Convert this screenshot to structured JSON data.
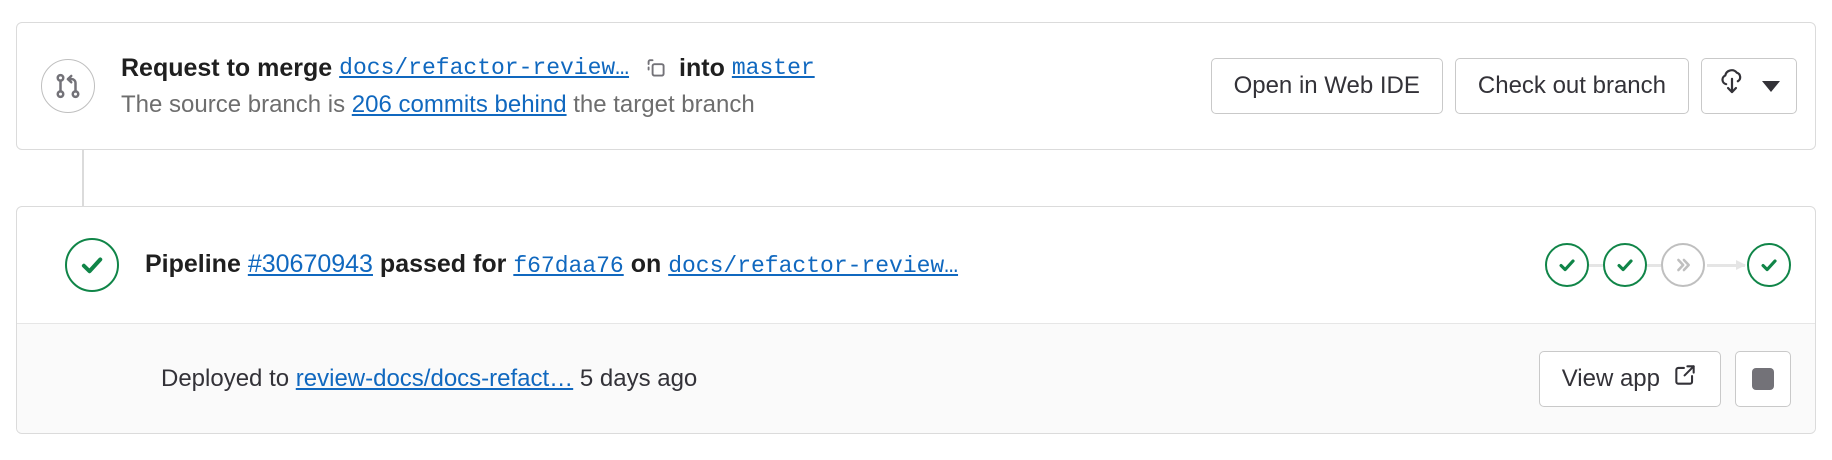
{
  "merge_request": {
    "icon": "merge-request-icon",
    "heading": {
      "prefix": "Request to merge",
      "source_branch": "docs/refactor-review…",
      "copy_icon": "copy-to-clipboard-icon",
      "into": "into",
      "target_branch": "master"
    },
    "subtext": {
      "prefix": "The source branch is",
      "link": "206 commits behind",
      "suffix": "the target branch"
    },
    "actions": {
      "web_ide_label": "Open in Web IDE",
      "checkout_label": "Check out branch",
      "download_icon": "download-code-icon",
      "dropdown_icon": "chevron-down-icon"
    }
  },
  "pipeline": {
    "status_icon": "status-success-check-icon",
    "text": {
      "prefix": "Pipeline",
      "id": "#30670943",
      "result": "passed for",
      "commit_sha": "f67daa76",
      "on": "on",
      "branch": "docs/refactor-review…"
    },
    "stages": [
      {
        "name": "stage-status-passed",
        "state": "passed",
        "icon": "check-icon"
      },
      {
        "name": "stage-status-passed",
        "state": "passed",
        "icon": "check-icon"
      },
      {
        "name": "stage-status-skipped",
        "state": "skipped",
        "icon": "double-chevron-right-icon"
      },
      {
        "name": "stage-status-passed",
        "state": "passed",
        "icon": "check-icon"
      }
    ]
  },
  "deployment": {
    "prefix": "Deployed to",
    "environment": "review-docs/docs-refact…",
    "timestamp": "5 days ago",
    "view_app_label": "View app",
    "view_app_icon": "external-link-icon",
    "stop_icon": "stop-environment-icon"
  },
  "colors": {
    "link": "#1068bf",
    "success": "#108548",
    "muted": "#6e6e6e",
    "border": "#dbdbdb",
    "footer_bg": "#fafafa",
    "skipped": "#bfbfbf"
  }
}
